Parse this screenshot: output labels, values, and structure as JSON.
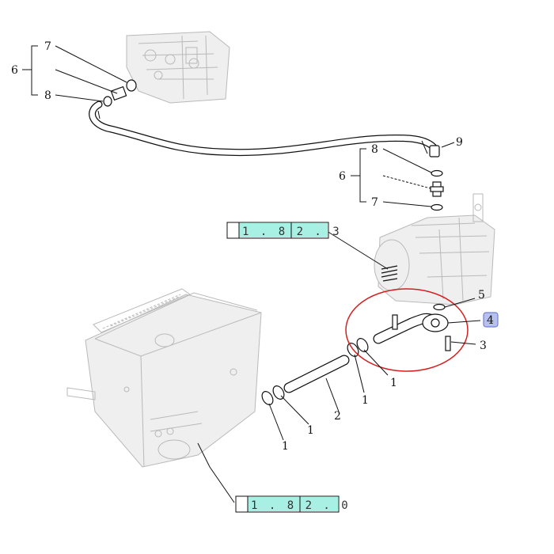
{
  "callouts": {
    "top_7": "7",
    "top_6": "6",
    "top_8": "8",
    "top_9": "9",
    "mid_8": "8",
    "mid_6": "6",
    "mid_7": "7",
    "right_5": "5",
    "right_4": "4",
    "right_3": "3",
    "clamp_1a": "1",
    "clamp_1b": "1",
    "clamp_1c": "1",
    "clamp_1d": "1",
    "tube_2": "2"
  },
  "references": {
    "pump_ref": "1 . 8 2 . 3",
    "tank_ref": "1 . 8 2 . 0"
  },
  "colors": {
    "ref_fill": "#a8f0e4",
    "highlight_fill": "#b8c0f0",
    "highlight_stroke": "#7080d0",
    "circle": "#d42020"
  }
}
